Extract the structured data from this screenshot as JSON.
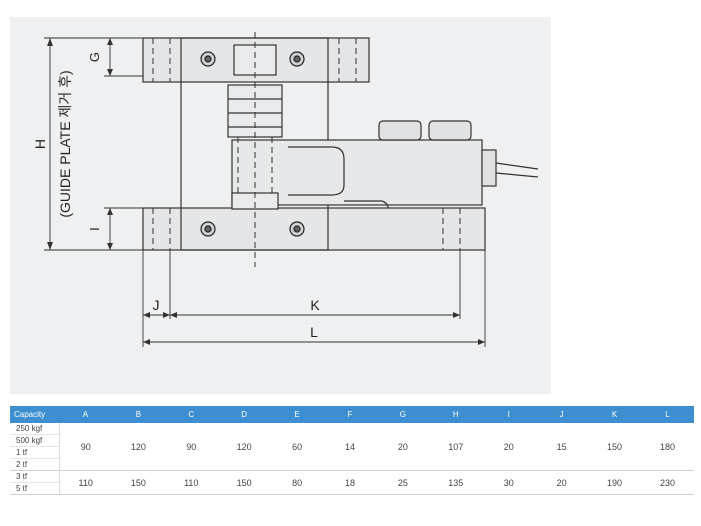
{
  "drawing": {
    "label_g": "G",
    "label_h": "H",
    "label_guide": "(GUIDE PLATE 제거 후)",
    "label_i": "I",
    "label_j": "J",
    "label_k": "K",
    "label_l": "L"
  },
  "table": {
    "headers": [
      "Capacity",
      "A",
      "B",
      "C",
      "D",
      "E",
      "F",
      "G",
      "H",
      "I",
      "J",
      "K",
      "L"
    ],
    "group1": {
      "capacities": [
        "250 kgf",
        "500 kgf",
        "1 tf",
        "2 tf"
      ],
      "values": [
        "90",
        "120",
        "90",
        "120",
        "60",
        "14",
        "20",
        "107",
        "20",
        "15",
        "150",
        "180"
      ]
    },
    "group2": {
      "capacities": [
        "3 tf",
        "5 tf"
      ],
      "values": [
        "110",
        "150",
        "110",
        "150",
        "80",
        "18",
        "25",
        "135",
        "30",
        "20",
        "190",
        "230"
      ]
    }
  }
}
